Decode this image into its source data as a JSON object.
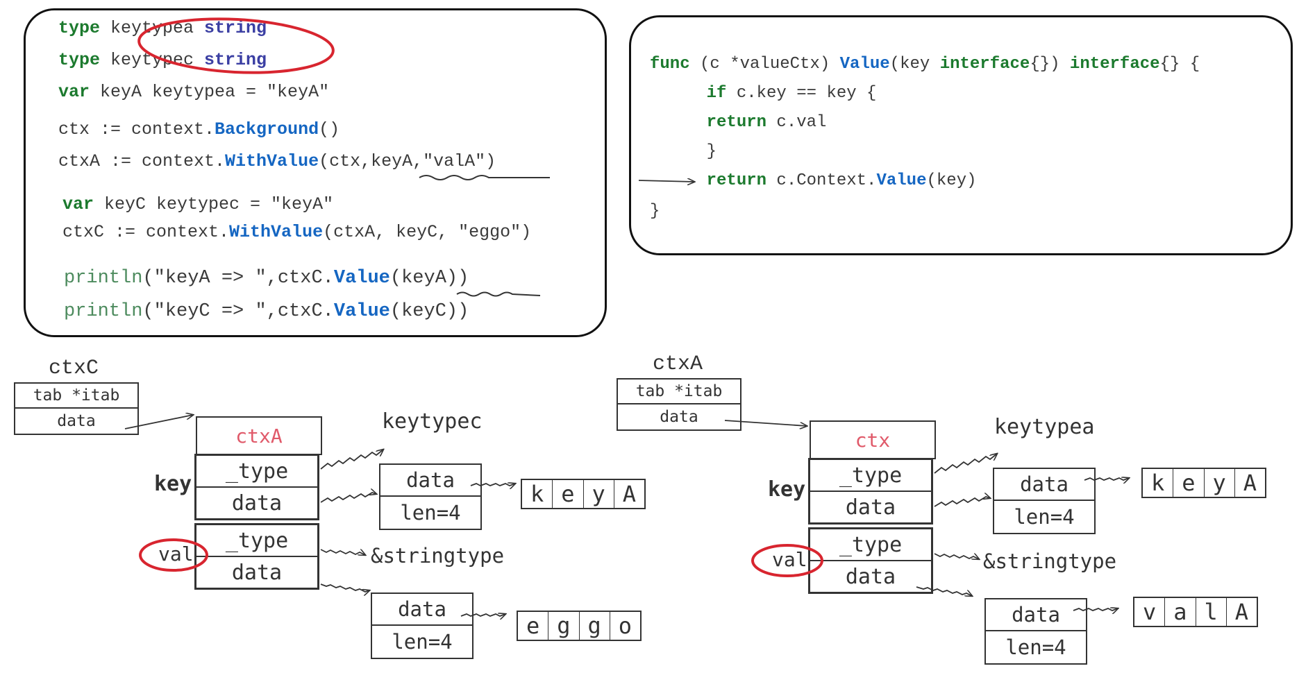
{
  "left_code": {
    "lines": [
      [
        {
          "t": "type",
          "c": "kw"
        },
        {
          "t": " keytypea ",
          "c": ""
        },
        {
          "t": "string",
          "c": "ty"
        }
      ],
      [
        {
          "t": "type",
          "c": "kw"
        },
        {
          "t": " keytypec ",
          "c": ""
        },
        {
          "t": "string",
          "c": "ty"
        }
      ],
      [
        {
          "t": "var",
          "c": "kw"
        },
        {
          "t": " keyA keytypea = \"keyA\"",
          "c": ""
        }
      ],
      [
        {
          "t": "ctx := context.",
          "c": ""
        },
        {
          "t": "Background",
          "c": "fn"
        },
        {
          "t": "()",
          "c": ""
        }
      ],
      [
        {
          "t": "ctxA := context.",
          "c": ""
        },
        {
          "t": "WithValue",
          "c": "fn"
        },
        {
          "t": "(ctx,keyA,\"valA\")",
          "c": ""
        }
      ],
      [
        {
          "t": "var",
          "c": "kw"
        },
        {
          "t": " keyC keytypec = \"keyA\"",
          "c": ""
        }
      ],
      [
        {
          "t": "ctxC := context.",
          "c": ""
        },
        {
          "t": "WithValue",
          "c": "fn"
        },
        {
          "t": "(ctxA, keyC, \"eggo\")",
          "c": ""
        }
      ],
      [
        {
          "t": "println",
          "c": "pl"
        },
        {
          "t": "(\"keyA => \",ctxC.",
          "c": ""
        },
        {
          "t": "Value",
          "c": "fn"
        },
        {
          "t": "(keyA))",
          "c": ""
        }
      ],
      [
        {
          "t": "println",
          "c": "pl"
        },
        {
          "t": "(\"keyC => \",ctxC.",
          "c": ""
        },
        {
          "t": "Value",
          "c": "fn"
        },
        {
          "t": "(keyC))",
          "c": ""
        }
      ]
    ]
  },
  "right_code": {
    "lines": [
      [
        {
          "t": "func",
          "c": "kw"
        },
        {
          "t": " (c *valueCtx) ",
          "c": ""
        },
        {
          "t": "Value",
          "c": "fn"
        },
        {
          "t": "(key ",
          "c": ""
        },
        {
          "t": "interface",
          "c": "kw"
        },
        {
          "t": "{}) ",
          "c": ""
        },
        {
          "t": "interface",
          "c": "kw"
        },
        {
          "t": "{} {",
          "c": ""
        }
      ],
      [
        {
          "t": "    ",
          "c": ""
        },
        {
          "t": "if",
          "c": "kw"
        },
        {
          "t": " c.key == key {",
          "c": ""
        }
      ],
      [
        {
          "t": "    ",
          "c": ""
        },
        {
          "t": "return",
          "c": "kw"
        },
        {
          "t": " c.val",
          "c": ""
        }
      ],
      [
        {
          "t": "    }",
          "c": ""
        }
      ],
      [
        {
          "t": "    ",
          "c": ""
        },
        {
          "t": "return",
          "c": "kw"
        },
        {
          "t": " c.Context.",
          "c": ""
        },
        {
          "t": "Value",
          "c": "fn"
        },
        {
          "t": "(key)",
          "c": ""
        }
      ],
      [
        {
          "t": "}",
          "c": ""
        }
      ]
    ]
  },
  "left_diagram": {
    "title": "ctxC",
    "iface": {
      "tab": "tab *itab",
      "data": "data"
    },
    "struct_header": "ctxA",
    "key_label": "key",
    "val_label": "val",
    "type_field": "_type",
    "data_field": "data",
    "key_type": "keytypec",
    "key_str": {
      "data": "data",
      "len": "len=4",
      "chars": [
        "k",
        "e",
        "y",
        "A"
      ]
    },
    "val_type": "&stringtype",
    "val_str": {
      "data": "data",
      "len": "len=4",
      "chars": [
        "e",
        "g",
        "g",
        "o"
      ]
    }
  },
  "right_diagram": {
    "title": "ctxA",
    "iface": {
      "tab": "tab *itab",
      "data": "data"
    },
    "struct_header": "ctx",
    "key_label": "key",
    "val_label": "val",
    "type_field": "_type",
    "data_field": "data",
    "key_type": "keytypea",
    "key_str": {
      "data": "data",
      "len": "len=4",
      "chars": [
        "k",
        "e",
        "y",
        "A"
      ]
    },
    "val_type": "&stringtype",
    "val_str": {
      "data": "data",
      "len": "len=4",
      "chars": [
        "v",
        "a",
        "l",
        "A"
      ]
    }
  },
  "colors": {
    "ink": "#333333",
    "highlight": "#d8252f",
    "struct_header": "#e05a6a"
  }
}
